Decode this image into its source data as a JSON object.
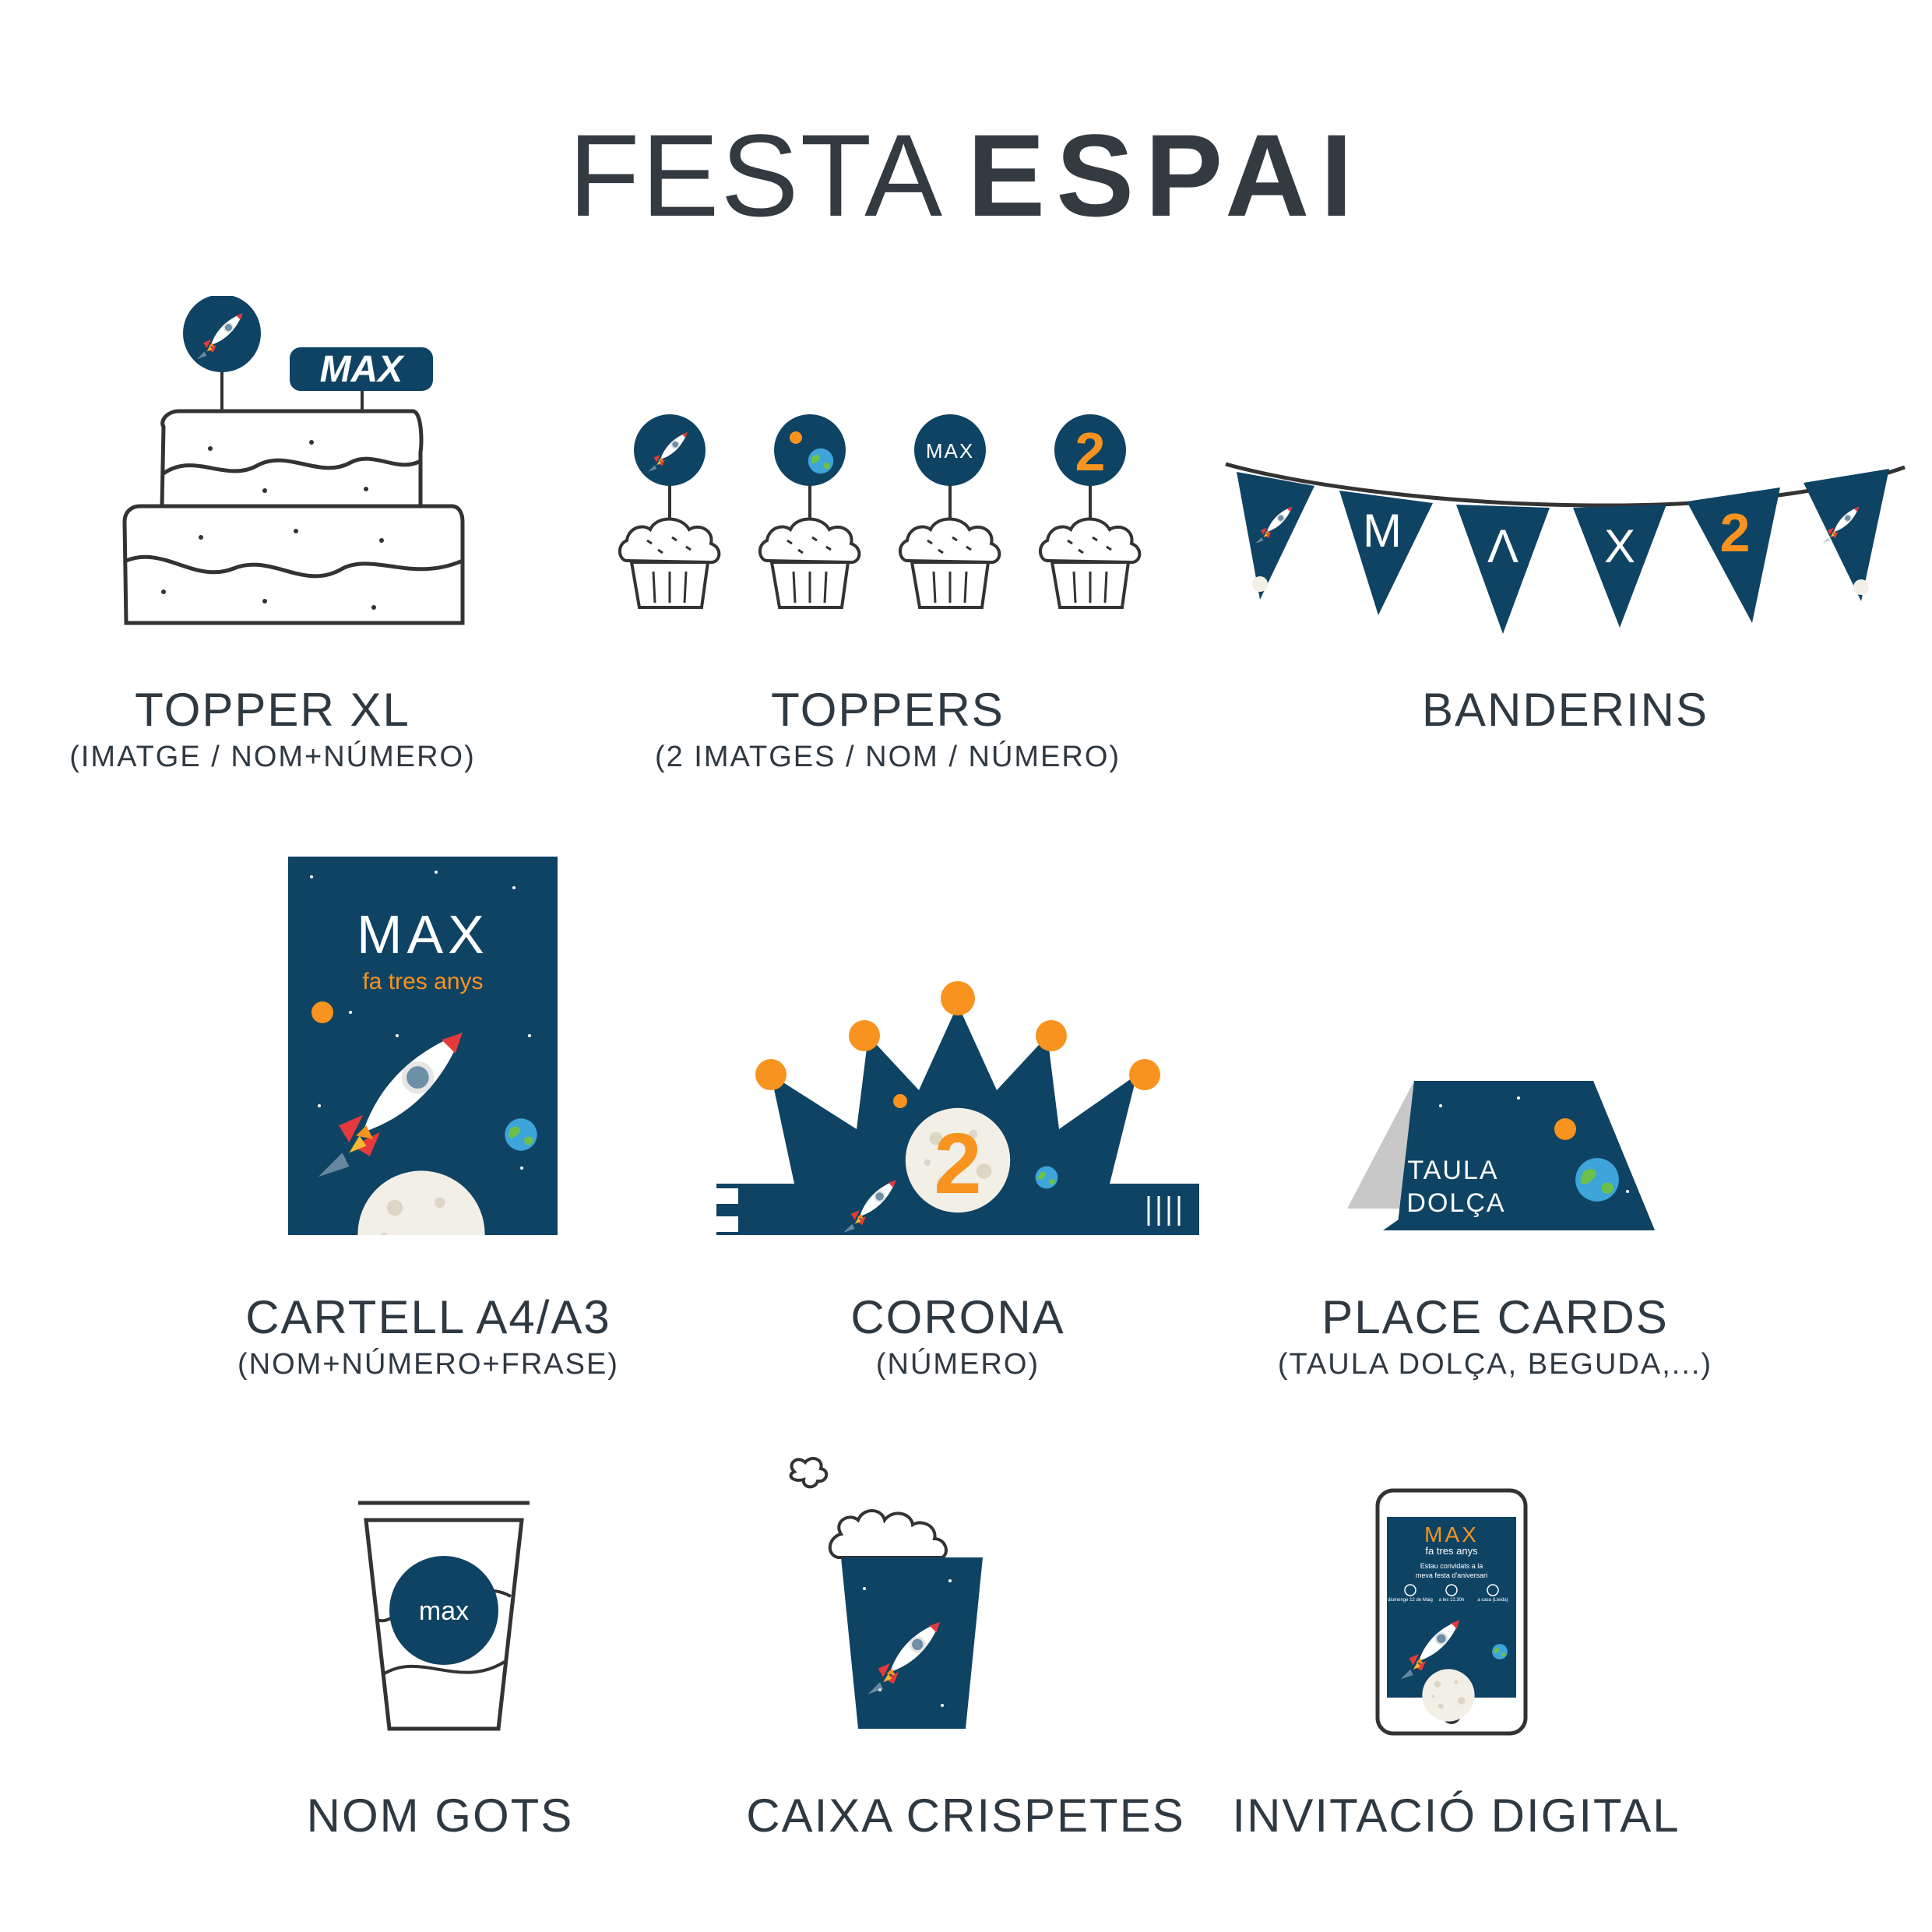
{
  "title": {
    "light": "FESTA",
    "bold": "ESPAI"
  },
  "colors": {
    "navy": "#0f4364",
    "orange": "#f7931e",
    "text": "#2f3942",
    "line": "#333333"
  },
  "items": [
    {
      "main": "TOPPER XL",
      "sub": "(IMATGE / NOM+NÚMERO)",
      "illustration_text": "MAX"
    },
    {
      "main": "TOPPERS",
      "sub": "(2 IMATGES / NOM / NÚMERO)",
      "illustration_text": [
        "MAX",
        "2"
      ]
    },
    {
      "main": "BANDERINS",
      "illustration_text": [
        "M",
        "Λ",
        "X",
        "2"
      ]
    },
    {
      "main": "CARTELL A4/A3",
      "sub": "(NOM+NÚMERO+FRASE)",
      "illustration_text": [
        "MAX",
        "fa tres anys"
      ]
    },
    {
      "main": "CORONA",
      "sub": "(NÚMERO)",
      "illustration_text": "2"
    },
    {
      "main": "PLACE CARDS",
      "sub": "(TAULA DOLÇA, BEGUDA,...)",
      "illustration_text": [
        "TAULA",
        "DOLÇA"
      ]
    },
    {
      "main": "NOM GOTS",
      "illustration_text": "max"
    },
    {
      "main": "CAIXA CRISPETES"
    },
    {
      "main": "INVITACIÓ DIGITAL",
      "illustration_text": [
        "MAX",
        "fa tres anys",
        "Estau convidats a la",
        "meva festa d'aniversari",
        "diumenge 12 de Maig",
        "a les 12.30h",
        "a casa (Lleida)"
      ]
    }
  ]
}
